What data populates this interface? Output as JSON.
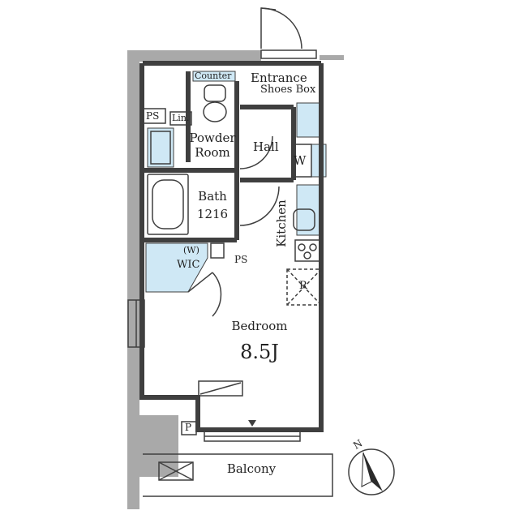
{
  "rooms": {
    "counter": "Counter",
    "entrance": "Entrance",
    "shoes_box": "Shoes Box",
    "ps_top": "PS",
    "lin": "Lin.",
    "powder_room_line1": "Powder",
    "powder_room_line2": "Room",
    "hall": "Hall",
    "washer": "W",
    "bath": "Bath",
    "bath_size": "1216",
    "kitchen": "Kitchen",
    "wic_w": "(W)",
    "wic": "WIC",
    "ps_mid": "PS",
    "refrigerator": "R",
    "bedroom": "Bedroom",
    "bedroom_size": "8.5J",
    "p_box": "P",
    "balcony": "Balcony",
    "north": "N"
  },
  "colors": {
    "wall": "#3f3f3f",
    "outer_gray": "#a9a9a9",
    "fixture_blue": "#cfe8f5"
  }
}
